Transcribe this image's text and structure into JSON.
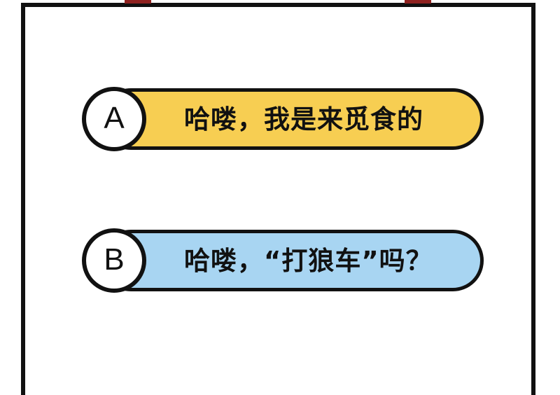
{
  "panel": {
    "background_color": "#ffffff",
    "frame_color": "#111111",
    "registration_mark_color": "#8f2220"
  },
  "choices": [
    {
      "badge": "A",
      "text": "哈喽，我是来觅食的",
      "fill_color": "#F7CE52",
      "badge_name": "choice-badge-a"
    },
    {
      "badge": "B",
      "text": "哈喽，“打狼车”吗？",
      "fill_color": "#A8D5F2",
      "badge_name": "choice-badge-b"
    }
  ]
}
